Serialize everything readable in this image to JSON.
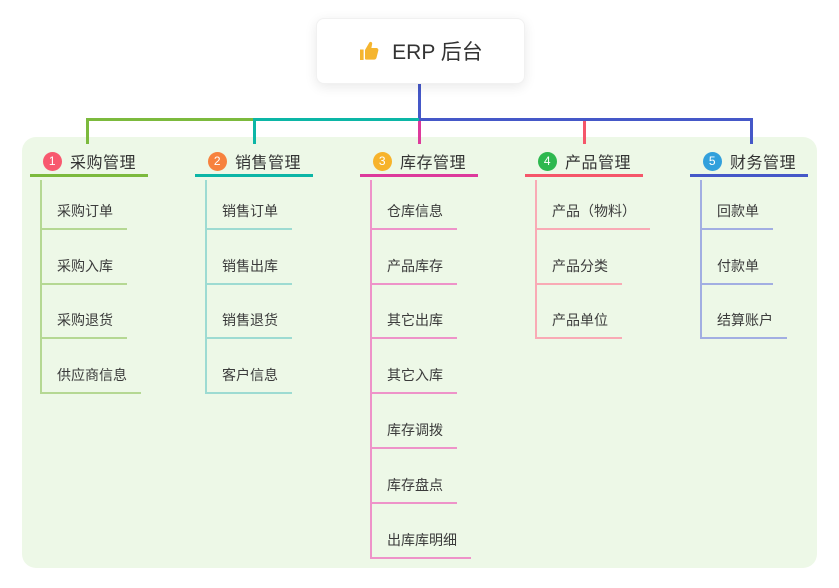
{
  "root": {
    "title": "ERP 后台",
    "icon": "thumbs-up-icon",
    "icon_color": "#f5b52f"
  },
  "panel_color": "#edf8e7",
  "branches": [
    {
      "badge": "1",
      "title": "采购管理",
      "badge_color": "#f8596f",
      "line_color": "#7cba3d",
      "light_color": "#b5d893",
      "children": [
        "采购订单",
        "采购入库",
        "采购退货",
        "供应商信息"
      ]
    },
    {
      "badge": "2",
      "title": "销售管理",
      "badge_color": "#f7823e",
      "line_color": "#0cb6a6",
      "light_color": "#9ddbd2",
      "children": [
        "销售订单",
        "销售出库",
        "销售退货",
        "客户信息"
      ]
    },
    {
      "badge": "3",
      "title": "库存管理",
      "badge_color": "#f7b32b",
      "line_color": "#dd3a9c",
      "light_color": "#ee93c9",
      "children": [
        "仓库信息",
        "产品库存",
        "其它出库",
        "其它入库",
        "库存调拨",
        "库存盘点",
        "出库库明细"
      ]
    },
    {
      "badge": "4",
      "title": "产品管理",
      "badge_color": "#2eb84f",
      "line_color": "#f5566a",
      "light_color": "#f9aab5",
      "children": [
        "产品（物料）",
        "产品分类",
        "产品单位"
      ]
    },
    {
      "badge": "5",
      "title": "财务管理",
      "badge_color": "#32a0dc",
      "line_color": "#4558c8",
      "light_color": "#a2aee2",
      "children": [
        "回款单",
        "付款单",
        "结算账户"
      ]
    }
  ]
}
